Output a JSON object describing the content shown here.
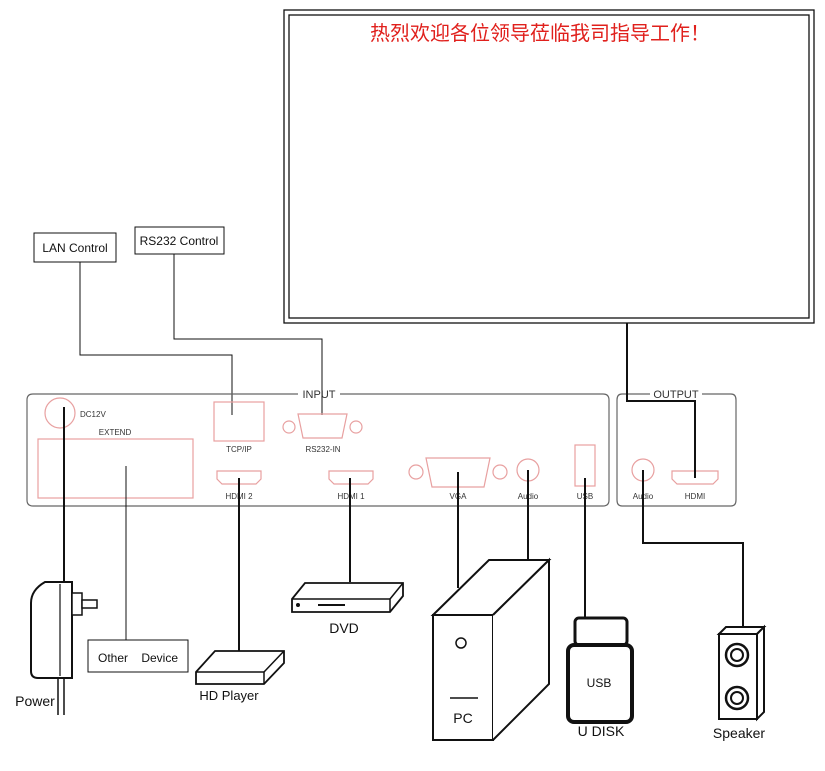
{
  "screen": {
    "banner": "热烈欢迎各位领导莅临我司指导工作！"
  },
  "control_boxes": {
    "lan": "LAN Control",
    "rs232": "RS232 Control"
  },
  "panel": {
    "input_title": "INPUT",
    "output_title": "OUTPUT",
    "ports": {
      "dc12v": "DC12V",
      "extend": "EXTEND",
      "tcpip": "TCP/IP",
      "rs232_in": "RS232-IN",
      "hdmi2": "HDMI 2",
      "hdmi1": "HDMI 1",
      "vga": "VGA",
      "audio_in": "Audio",
      "usb": "USB",
      "audio_out": "Audio",
      "hdmi_out": "HDMI"
    }
  },
  "devices": {
    "power": "Power",
    "other_device": "Other    Device",
    "hd_player": "HD Player",
    "dvd": "DVD",
    "pc": "PC",
    "usb_body": "USB",
    "u_disk": "U DISK",
    "speaker": "Speaker"
  },
  "colors": {
    "banner": "#e0201c",
    "port_outline": "#e8a0a0",
    "wire": "#111111",
    "panel": "#666666"
  }
}
